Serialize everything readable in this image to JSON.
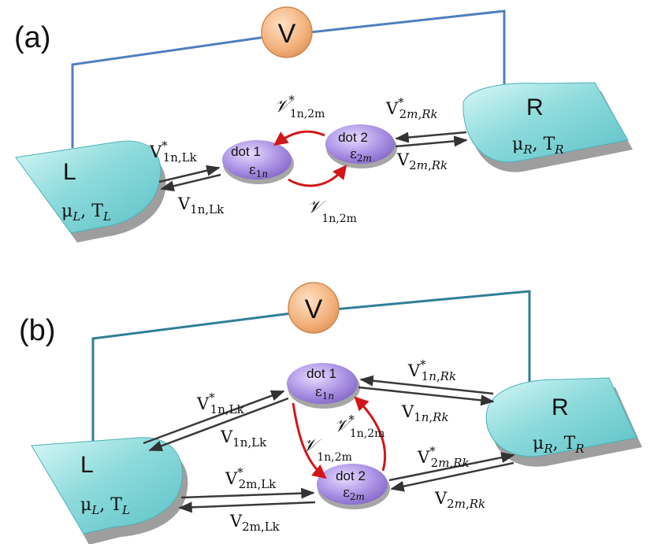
{
  "panels": {
    "a": {
      "label": "(a)",
      "source": "V",
      "left_lead": {
        "name": "L",
        "params": "μL, TL"
      },
      "right_lead": {
        "name": "R",
        "params": "μR, TR"
      },
      "dot1": {
        "name": "dot 1",
        "level": "ε1n"
      },
      "dot2": {
        "name": "dot 2",
        "level": "ε2m"
      },
      "couplings": {
        "left_forward": "V*1n,Lk",
        "left_back": "V1n,Lk",
        "right_forward": "V*2m,Rk",
        "right_back": "V2m,Rk",
        "interdot_back": "𝒱*1n,2m",
        "interdot_forward": "𝒱1n,2m"
      }
    },
    "b": {
      "label": "(b)",
      "source": "V",
      "left_lead": {
        "name": "L",
        "params": "μL, TL"
      },
      "right_lead": {
        "name": "R",
        "params": "μR, TR"
      },
      "dot1": {
        "name": "dot 1",
        "level": "ε1n"
      },
      "dot2": {
        "name": "dot 2",
        "level": "ε2m"
      },
      "couplings": {
        "left_dot1_forward": "V*1n,Lk",
        "left_dot1_back": "V1n,Lk",
        "left_dot2_forward": "V*2m,Lk",
        "left_dot2_back": "V2m,Lk",
        "right_dot1_forward": "V*1n,Rk",
        "right_dot1_back": "V1n,Rk",
        "right_dot2_forward": "V*2m,Rk",
        "right_dot2_back": "V2m,Rk",
        "interdot_forward": "𝒱1n,2m",
        "interdot_back": "𝒱*1n,2m"
      }
    }
  },
  "colors": {
    "lead_fill": "#7fd3d6",
    "lead_highlight": "#c9f1f1",
    "lead_base": "#b9b9b9",
    "dot_fill": "#a98ee0",
    "source_fill": "#f3b887",
    "wire_a": "#4f7fbf",
    "wire_b": "#2f7f96",
    "arrow_dark": "#3a3a3a",
    "arrow_red": "#d3161a"
  }
}
